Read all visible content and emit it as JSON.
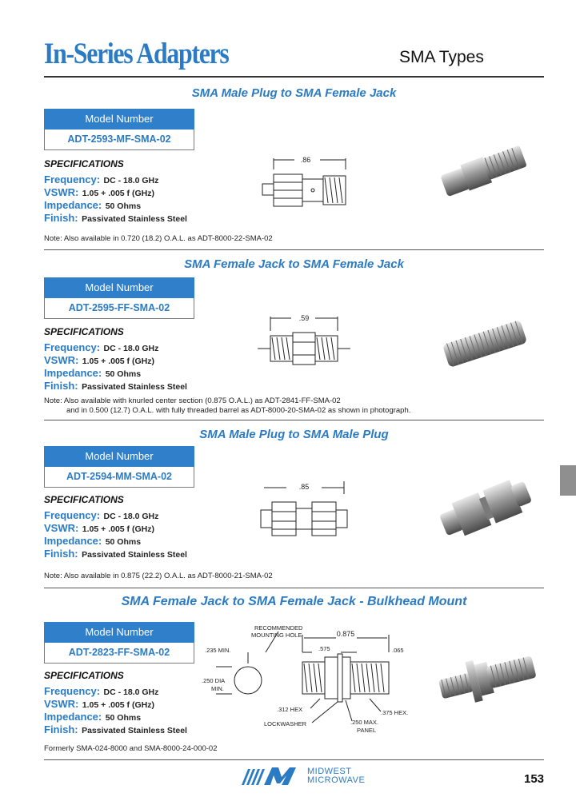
{
  "header": {
    "title": "In-Series Adapters",
    "subtitle": "SMA Types"
  },
  "sections": [
    {
      "title": "SMA Male Plug to SMA Female Jack",
      "model_header": "Model Number",
      "model_number": "ADT-2593-MF-SMA-02",
      "specs_heading": "SPECIFICATIONS",
      "specs": [
        {
          "key": "Frequency:",
          "value": "DC - 18.0 GHz"
        },
        {
          "key": "VSWR:",
          "value": "1.05 + .005 f (GHz)"
        },
        {
          "key": "Impedance:",
          "value": "50 Ohms"
        },
        {
          "key": "Finish:",
          "value": "Passivated Stainless Steel"
        }
      ],
      "dimension": ".86",
      "notes": [
        "Note: Also available in 0.720 (18.2) O.A.L. as ADT-8000-22-SMA-02"
      ]
    },
    {
      "title": "SMA Female Jack to SMA Female Jack",
      "model_header": "Model Number",
      "model_number": "ADT-2595-FF-SMA-02",
      "specs_heading": "SPECIFICATIONS",
      "specs": [
        {
          "key": "Frequency:",
          "value": "DC - 18.0 GHz"
        },
        {
          "key": "VSWR:",
          "value": "1.05 + .005 f (GHz)"
        },
        {
          "key": "Impedance:",
          "value": "50 Ohms"
        },
        {
          "key": "Finish:",
          "value": "Passivated Stainless Steel"
        }
      ],
      "dimension": ".59",
      "notes": [
        "Note: Also available with knurled center section (0.875 O.A.L.) as ADT-2841-FF-SMA-02",
        "and in 0.500 (12.7) O.A.L. with fully threaded barrel as ADT-8000-20-SMA-02 as shown in photograph."
      ]
    },
    {
      "title": "SMA Male Plug to SMA Male Plug",
      "model_header": "Model Number",
      "model_number": "ADT-2594-MM-SMA-02",
      "specs_heading": "SPECIFICATIONS",
      "specs": [
        {
          "key": "Frequency:",
          "value": "DC - 18.0 GHz"
        },
        {
          "key": "VSWR:",
          "value": "1.05 + .005 f (GHz)"
        },
        {
          "key": "Impedance:",
          "value": "50 Ohms"
        },
        {
          "key": "Finish:",
          "value": "Passivated Stainless Steel"
        }
      ],
      "dimension": ".85",
      "notes": [
        "Note: Also available in 0.875 (22.2) O.A.L. as ADT-8000-21-SMA-02"
      ]
    },
    {
      "title": "SMA Female Jack to SMA Female Jack - Bulkhead Mount",
      "model_header": "Model Number",
      "model_number": "ADT-2823-FF-SMA-02",
      "specs_heading": "SPECIFICATIONS",
      "specs": [
        {
          "key": "Frequency:",
          "value": "DC - 18.0 GHz"
        },
        {
          "key": "VSWR:",
          "value": "1.05 + .005 f (GHz)"
        },
        {
          "key": "Impedance:",
          "value": "50 Ohms"
        },
        {
          "key": "Finish:",
          "value": "Passivated Stainless Steel"
        }
      ],
      "drawing_labels": {
        "recommended": "RECOMMENDED",
        "mounting_hole": "MOUNTING HOLE",
        "min_235": ".235 MIN.",
        "dia_250": ".250 DIA",
        "min": "MIN.",
        "oal": "0.875",
        "d575": ".575",
        "d065": ".065",
        "hex312": ".312 HEX",
        "hex375": ".375 HEX.",
        "lockwasher": "LOCKWASHER",
        "max250": ".250 MAX.",
        "panel": "PANEL"
      },
      "notes": [
        "Formerly SMA-024-8000 and SMA-8000-24-000-02"
      ]
    }
  ],
  "footer": {
    "logo_line1": "MIDWEST",
    "logo_line2": "MICROWAVE",
    "page_number": "153"
  },
  "colors": {
    "accent": "#2b7bc4",
    "header_fill": "#2f7fcb",
    "side_tab": "#8f8f8f"
  }
}
